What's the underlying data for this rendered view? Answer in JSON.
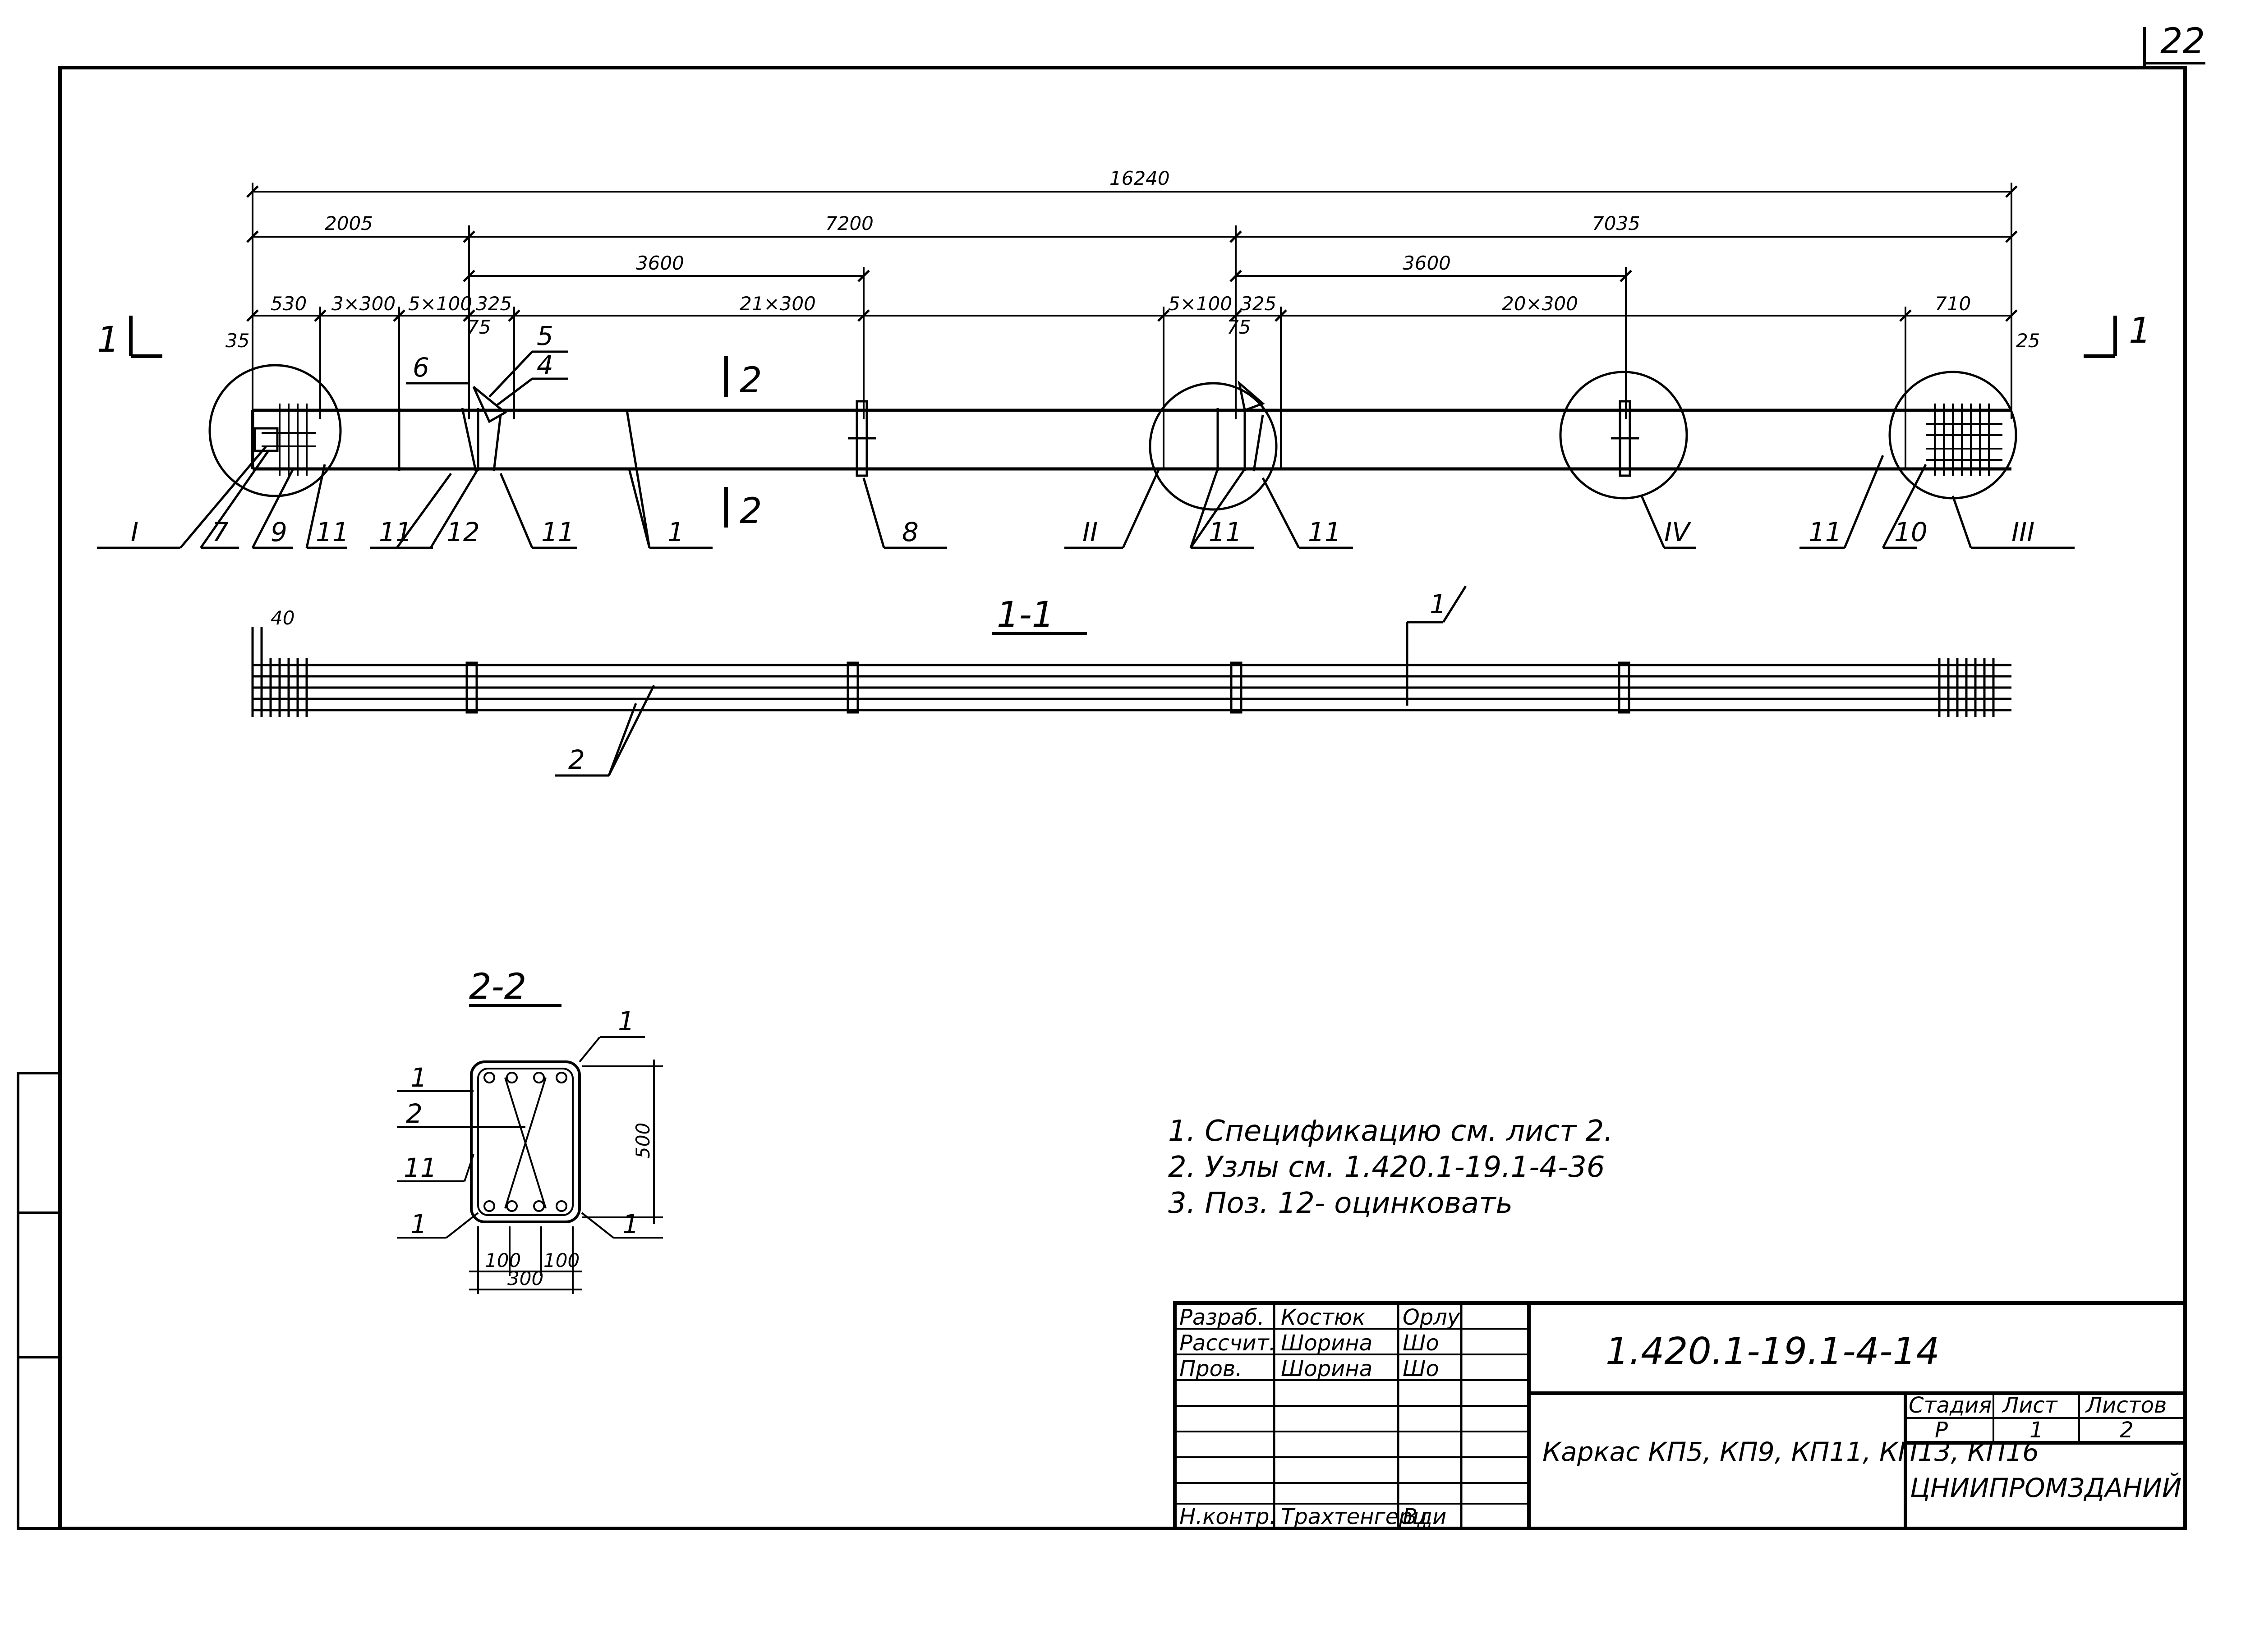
{
  "sheet_number": "22",
  "dimensions": {
    "overall": "16240",
    "span_left": "2005",
    "span_mid": "7200",
    "span_right": "7035",
    "sub_3600_a": "3600",
    "sub_3600_b": "3600",
    "d_530": "530",
    "d_3x300": "3×300",
    "d_5x100_a": "5×100",
    "d_325_a": "325",
    "d_21x300": "21×300",
    "d_5x100_b": "5×100",
    "d_325_b": "325",
    "d_20x300": "20×300",
    "d_710": "710",
    "d_35": "35",
    "d_75_a": "75",
    "d_75_b": "75",
    "d_25": "25",
    "d_40": "40"
  },
  "section_marks": {
    "cut_1_left": "1",
    "cut_1_right": "1",
    "cut_2_top": "2",
    "cut_2_bottom": "2"
  },
  "position_labels": {
    "p6": "6",
    "p5": "5",
    "p4": "4",
    "p7": "7",
    "p9": "9",
    "p11_a": "11",
    "p11_b": "11",
    "p12": "12",
    "p11_c": "11",
    "p1": "1",
    "p8": "8",
    "p11_d": "11",
    "p11_e": "11",
    "p11_f": "11",
    "p10": "10"
  },
  "node_labels": {
    "node_I": "I",
    "node_II": "II",
    "node_IV": "IV",
    "node_III": "III"
  },
  "section_1_1": {
    "title": "1-1",
    "label_1": "1",
    "label_2": "2"
  },
  "section_2_2": {
    "title": "2-2",
    "label_1_top": "1",
    "label_1_left": "1",
    "label_2": "2",
    "label_11": "11",
    "label_1_bottom_left": "1",
    "label_1_bottom_right": "1",
    "dim_height": "500",
    "dim_100_a": "100",
    "dim_100_b": "100",
    "dim_300": "300"
  },
  "notes": [
    "1.  Спецификацию  см. лист 2.",
    "2. Узлы  см. 1.420.1-19.1-4-36",
    "3. Поз. 12- оцинковать"
  ],
  "title_block": {
    "roles": [
      "Разраб.",
      "Рассчит.",
      "Пров.",
      "",
      "",
      "Н.контр."
    ],
    "names": [
      "Костюк",
      "Шорина",
      "Шорина",
      "",
      "",
      "Трахтенгерц"
    ],
    "signatures": [
      "Орлу",
      "Шо",
      "Шо",
      "",
      "",
      "Вди"
    ],
    "document_code": "1.420.1-19.1-4-14",
    "title": "Каркас КП5, КП9, КП11, КП13, КП16",
    "stage_header": "Стадия",
    "sheet_header": "Лист",
    "sheets_header": "Листов",
    "stage": "Р",
    "sheet": "1",
    "sheets": "2",
    "organization": "ЦНИИПРОМЗДАНИЙ"
  }
}
